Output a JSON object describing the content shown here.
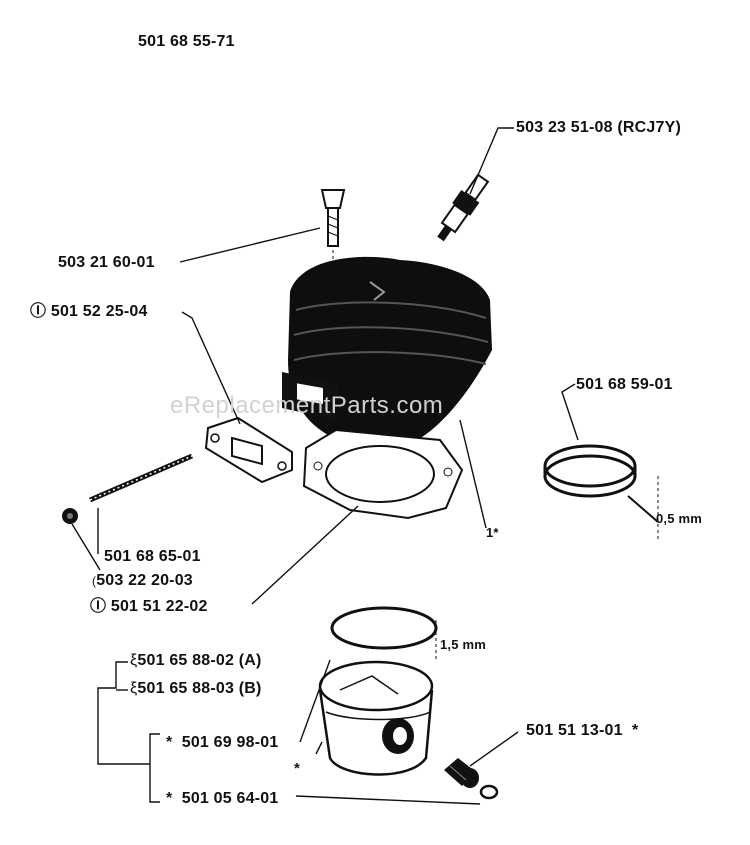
{
  "title": "501 68 55-71",
  "watermark": "eReplacementParts.com",
  "parts": {
    "spark_plug": "503 23 51-08 (RCJ7Y)",
    "bolt": "503 21 60-01",
    "muffler_gasket": "501 52 25-04",
    "piston_ring_set": "501 68 59-01",
    "ring_thickness_1": "0,5 mm",
    "ring_thickness_2": "1,5 mm",
    "stud": "501 68 65-01",
    "nut": "503 22 20-03",
    "cylinder_gasket": "501 51 22-02",
    "piston_a": "501 65 88-02 (A)",
    "piston_b": "501 65 88-03 (B)",
    "piston": "501 69 98-01",
    "bearing": "501 51 13-01",
    "circlip": "501 05 64-01"
  },
  "marks": {
    "asterisk": "*",
    "cylinder_ref": "1*",
    "circle_i": "Ⓘ"
  }
}
